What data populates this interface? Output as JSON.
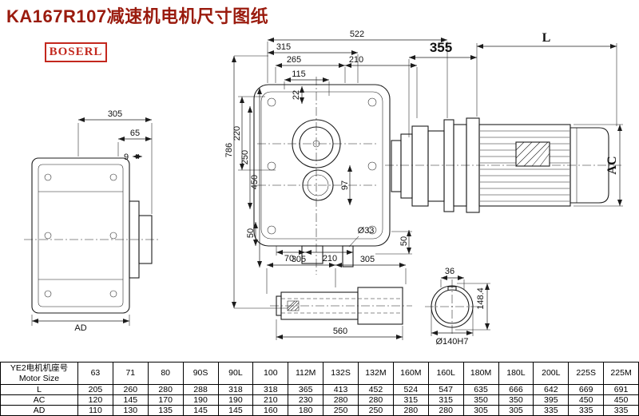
{
  "title": "KA167R107减速机电机尺寸图纸",
  "logo": "BOSERL",
  "colors": {
    "title_red": "#9a1b0e",
    "logo_red": "#c3281e",
    "line": "#1c1c1c"
  },
  "drawing": {
    "left_view": {
      "dim_305": "305",
      "dim_65": "65",
      "dim_9": "9",
      "dim_AD": "AD"
    },
    "front_view": {
      "dim_522": "522",
      "dim_315": "315",
      "dim_265": "265",
      "dim_210_top": "210",
      "dim_115": "115",
      "dim_22": "22",
      "dim_786": "786",
      "dim_220": "220",
      "dim_250": "250",
      "dim_450": "450",
      "dim_97": "97",
      "dim_50_left": "50",
      "dim_50_right": "50",
      "dim_70": "70",
      "dim_210_bottom": "210",
      "dim_d33": "Ø33"
    },
    "motor_view": {
      "dim_355": "355",
      "dim_L": "L",
      "dim_AC": "AC"
    },
    "sleeve_view": {
      "dim_305_a": "305",
      "dim_305_b": "305",
      "dim_560": "560"
    },
    "flange_view": {
      "dim_36": "36",
      "dim_148_4": "148.4",
      "dim_d140": "Ø140H7"
    }
  },
  "table": {
    "row_header_cn": "YE2电机机座号",
    "row_header_en": "Motor Size",
    "columns": [
      "63",
      "71",
      "80",
      "90S",
      "90L",
      "100",
      "112M",
      "132S",
      "132M",
      "160M",
      "160L",
      "180M",
      "180L",
      "200L",
      "225S",
      "225M"
    ],
    "rows": [
      {
        "label": "L",
        "values": [
          "205",
          "260",
          "280",
          "288",
          "318",
          "318",
          "365",
          "413",
          "452",
          "524",
          "547",
          "635",
          "666",
          "642",
          "669",
          "691"
        ]
      },
      {
        "label": "AC",
        "values": [
          "120",
          "145",
          "170",
          "190",
          "190",
          "210",
          "230",
          "280",
          "280",
          "315",
          "315",
          "350",
          "350",
          "395",
          "450",
          "450"
        ]
      },
      {
        "label": "AD",
        "values": [
          "110",
          "130",
          "135",
          "145",
          "145",
          "160",
          "180",
          "250",
          "250",
          "280",
          "280",
          "305",
          "305",
          "335",
          "335",
          "335"
        ]
      }
    ]
  }
}
